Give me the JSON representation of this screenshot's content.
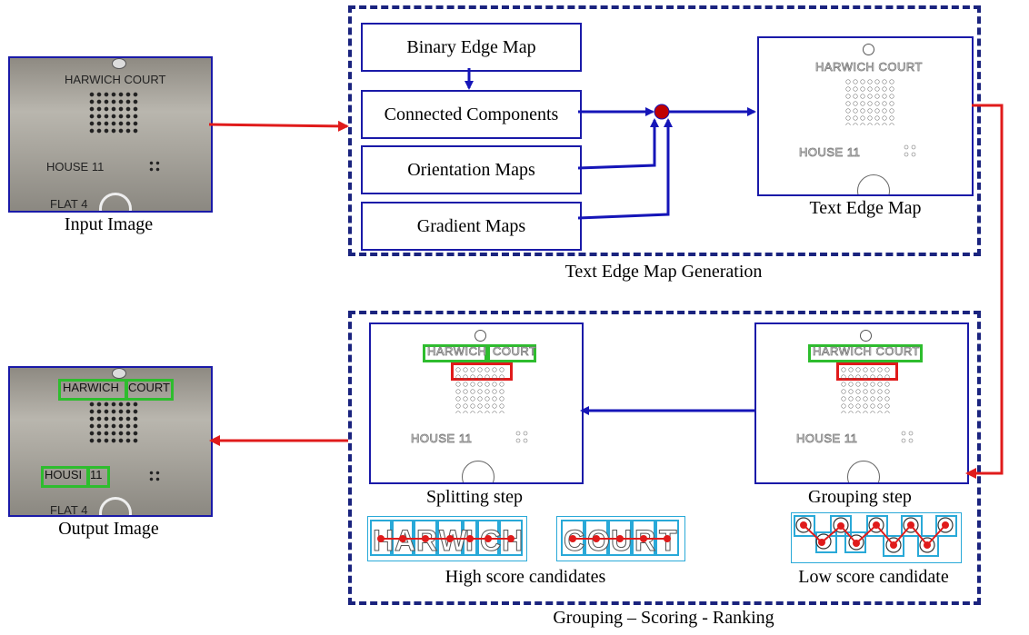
{
  "images": {
    "input_caption": "Input Image",
    "output_caption": "Output Image",
    "sign_line1": "HARWICH COURT",
    "sign_line2": "HOUSE 11",
    "sign_line3": "FLAT 4",
    "out_word1": "HARWICH",
    "out_word2": "COURT",
    "out_word3": "HOUSI",
    "out_word4": "11"
  },
  "stage1": {
    "title": "Text Edge Map Generation",
    "boxes": [
      "Binary Edge Map",
      "Connected Components",
      "Orientation Maps",
      "Gradient Maps"
    ],
    "result_caption": "Text Edge Map"
  },
  "stage2": {
    "title": "Grouping – Scoring - Ranking",
    "splitting_caption": "Splitting step",
    "grouping_caption": "Grouping step",
    "high_caption": "High score candidates",
    "low_caption": "Low score candidate",
    "cand_word1": "HARWICH",
    "cand_word2": "COURT"
  },
  "colors": {
    "blue_arrow": "#1515b8",
    "red_arrow": "#e01b1b",
    "dash_border": "#1a237e",
    "green_box": "#2ebd2e",
    "cyan_box": "#29a9d8"
  }
}
